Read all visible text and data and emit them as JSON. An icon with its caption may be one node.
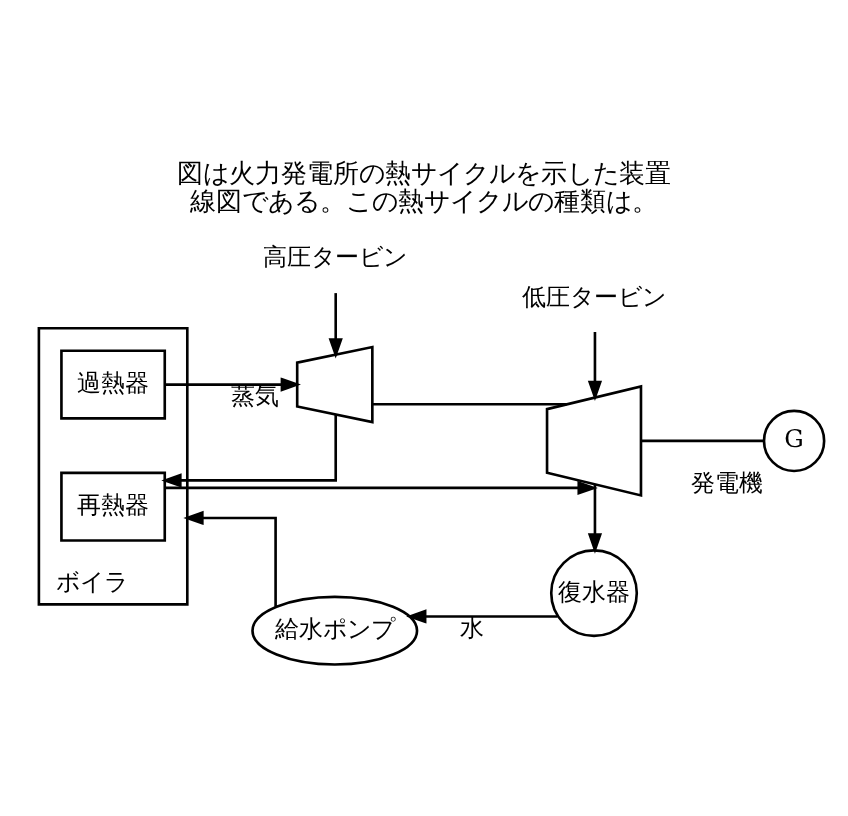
{
  "diagram": {
    "title": "図は火力発電所の熱サイクルを示した装置線図である。この熱サイクルの種類は。",
    "nodes": [
      {
        "text": [
          "高圧タービン"
        ]
      },
      {
        "text": [
          "低圧タービン"
        ]
      },
      {
        "text": [],
        "shape": "trapezoid"
      },
      {
        "text": [],
        "shape": "trapezoid"
      },
      {
        "text": [
          "G"
        ],
        "beside": [
          "発電機"
        ]
      },
      {
        "text": [
          "ボイラ"
        ]
      },
      {
        "text": [
          "過熱器"
        ],
        "in": 5
      },
      {
        "text": [
          "再熱器"
        ],
        "in": 5
      },
      {
        "text": [
          "復水器"
        ]
      },
      {
        "text": [
          "給水ポンプ"
        ]
      }
    ],
    "edges": [
      {
        "from": 0,
        "to": 2,
        "arrow": "to"
      },
      {
        "from": 1,
        "to": 3,
        "arrow": "to"
      },
      {
        "from": 6,
        "to": 2,
        "arrow": "to",
        "label": "蒸気"
      },
      {
        "from": 2,
        "to": 3,
        "arrow": "none"
      },
      {
        "from": 3,
        "to": 4,
        "arrow": "none"
      },
      {
        "from": 2,
        "to": 7,
        "arrow": "to"
      },
      {
        "from": 7,
        "to": 3,
        "arrow": "to"
      },
      {
        "from": 3,
        "to": 8,
        "arrow": "to"
      },
      {
        "from": 8,
        "to": 9,
        "arrow": "to",
        "label": "水"
      },
      {
        "from": 9,
        "to": 5,
        "arrow": "to"
      }
    ]
  }
}
